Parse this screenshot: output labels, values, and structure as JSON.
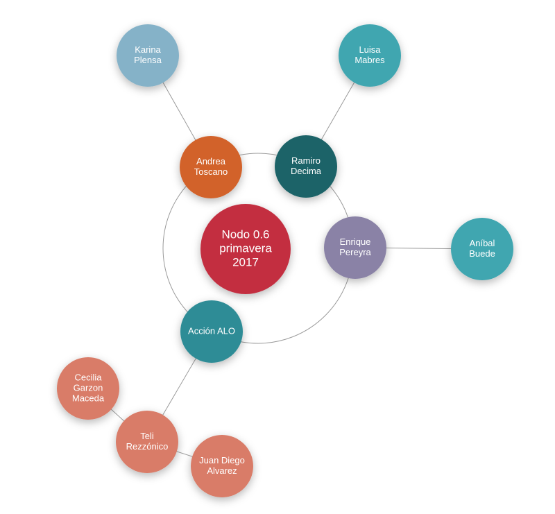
{
  "diagram": {
    "center": {
      "id": "nodo",
      "lines": [
        "Nodo 0.6",
        "primavera",
        "2017"
      ],
      "color": "#c32f41"
    },
    "nodes": [
      {
        "id": "andrea",
        "lines": [
          "Andrea",
          "Toscano"
        ],
        "color": "#d2622b"
      },
      {
        "id": "ramiro",
        "lines": [
          "Ramiro",
          "Decima"
        ],
        "color": "#1c6468"
      },
      {
        "id": "enrique",
        "lines": [
          "Enrique",
          "Pereyra"
        ],
        "color": "#8a82a6"
      },
      {
        "id": "accion",
        "lines": [
          "Acción ALO"
        ],
        "color": "#2f8c96"
      },
      {
        "id": "karina",
        "lines": [
          "Karina",
          "Plensa"
        ],
        "color": "#85b2c8"
      },
      {
        "id": "luisa",
        "lines": [
          "Luisa",
          "Mabres"
        ],
        "color": "#3fa6b0"
      },
      {
        "id": "anibal",
        "lines": [
          "Aníbal",
          "Buede"
        ],
        "color": "#3fa6b0"
      },
      {
        "id": "cecilia",
        "lines": [
          "Cecilia",
          "Garzon",
          "Maceda"
        ],
        "color": "#d97b67"
      },
      {
        "id": "teli",
        "lines": [
          "Teli",
          "Rezzónico"
        ],
        "color": "#d97b67"
      },
      {
        "id": "juan",
        "lines": [
          "Juan Diego",
          "Alvarez"
        ],
        "color": "#d97b67"
      }
    ],
    "edges": [
      [
        "karina",
        "andrea"
      ],
      [
        "luisa",
        "ramiro"
      ],
      [
        "enrique",
        "anibal"
      ],
      [
        "accion",
        "teli"
      ],
      [
        "cecilia",
        "teli"
      ],
      [
        "teli",
        "juan"
      ]
    ]
  }
}
